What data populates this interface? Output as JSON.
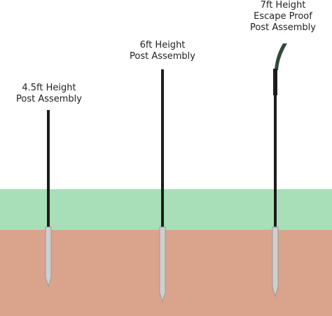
{
  "colors": {
    "background": "#ffffff",
    "grass": "#a9dfb8",
    "soil": "#d9a38c",
    "post": "#1c1c1c",
    "stake": "#cfcfcf",
    "stake_edge": "#9a9a9a",
    "escape_tip": "#2f4a3a"
  },
  "posts": [
    {
      "label_lines": [
        "4.5ft Height",
        "Post Assembly"
      ]
    },
    {
      "label_lines": [
        "6ft Height",
        "Post Assembly"
      ]
    },
    {
      "label_lines": [
        "7ft Height",
        "Escape Proof",
        "Post Assembly"
      ]
    }
  ]
}
